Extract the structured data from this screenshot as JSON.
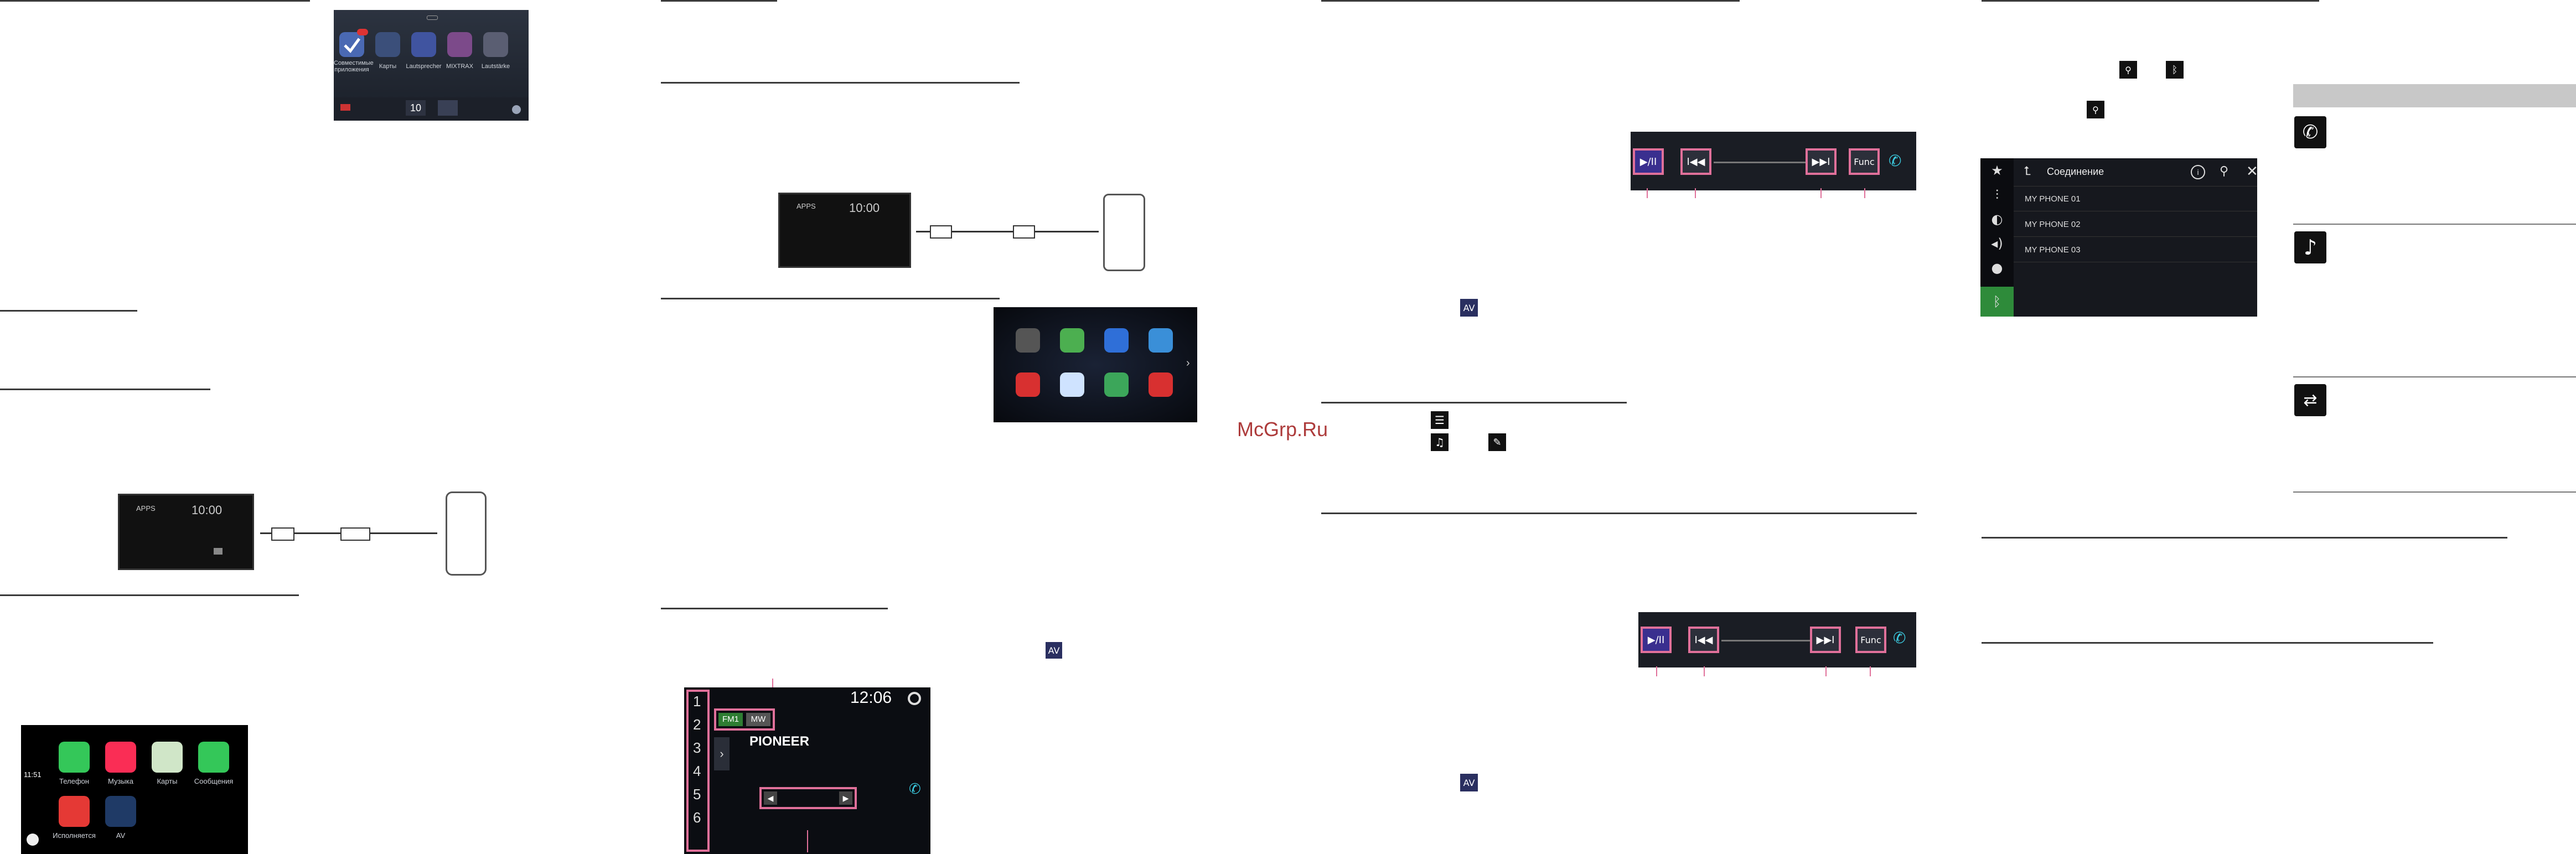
{
  "watermark": "McGrp.Ru",
  "col1": {
    "launcher": {
      "apps": [
        "Совместимые приложения",
        "Карты",
        "Lautsprecher",
        "MIXTRAX",
        "Lautstärke"
      ],
      "badge": "",
      "clock": "10"
    },
    "unit_clock": "10:00",
    "unit_app_label": "APPS",
    "carplay": {
      "time": "11:51",
      "apps": [
        "Телефон",
        "Музыка",
        "Карты",
        "Сообщения",
        "Исполняется",
        "AV"
      ]
    }
  },
  "col2": {
    "unit_clock": "10:00",
    "unit_app_label": "APPS",
    "av": {
      "presets": [
        "1",
        "2",
        "3",
        "4",
        "5",
        "6"
      ],
      "bands": [
        "FM1",
        "MW"
      ],
      "station": "PIONEER",
      "clock": "12:06"
    },
    "av_icon": "AV"
  },
  "col3": {
    "ctrl_labels": [
      "▶/II",
      "I◀◀",
      "▶▶I",
      "Func"
    ],
    "ctrl2_labels": [
      "▶/II",
      "I◀◀",
      "▶▶I",
      "Func"
    ],
    "av_icon": "AV"
  },
  "col4": {
    "bt_screen": {
      "title": "Соединение",
      "devices": [
        "MY PHONE 01",
        "MY PHONE 02",
        "MY PHONE 03"
      ]
    }
  }
}
